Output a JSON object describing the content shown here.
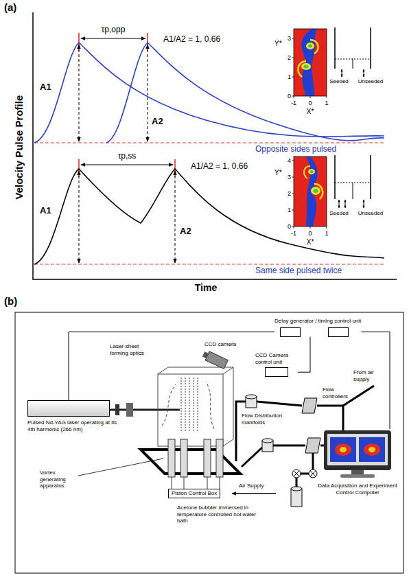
{
  "diagram": {
    "nodes": [
      {
        "text": [
          "Delay generator / timing control unit"
        ]
      },
      {
        "text": [
          "CCD Camera control unit"
        ]
      },
      {
        "text": [
          "Pulsed Nd-YAG laser operating at its 4th harmonic (266 nm)"
        ]
      },
      {
        "text": [
          "Data Acquisition and Experiment Control Computer"
        ]
      },
      {
        "text": [
          "Piston Control Box"
        ]
      }
    ],
    "edges": [
      {
        "from": 0,
        "to": 2,
        "arrow": "none"
      },
      {
        "from": 0,
        "to": 1,
        "arrow": "none"
      },
      {
        "from": 0,
        "to": 3,
        "arrow": "none"
      }
    ],
    "labels": [
      "(a)",
      "Velocity Pulse Profile",
      "A1/A2 = 1, 0.66",
      "τp,opp",
      "A1",
      "A2",
      "Opposite sides pulsed",
      "Y*",
      "3",
      "2",
      "1",
      "0",
      "X*",
      "-1",
      "0",
      "1",
      "Seeded",
      "Unseeded",
      "τp,ss",
      "A1/A2 = 1, 0.66",
      "A1",
      "A2",
      "Same side pulsed twice",
      "Y*",
      "4",
      "3",
      "2",
      "1",
      "0",
      "X*",
      "-1",
      "0",
      "1",
      "Seeded",
      "Unseeded",
      "Time",
      "(b)",
      "CCD camera",
      "Laser-sheet forming optics",
      "From air supply",
      "Flow controllers",
      "Flow Distribution manifolds",
      "Vortex generating apparatus",
      "Air Supply",
      "Acetone bubbler immersed in temperature controlled hot water bath"
    ]
  }
}
